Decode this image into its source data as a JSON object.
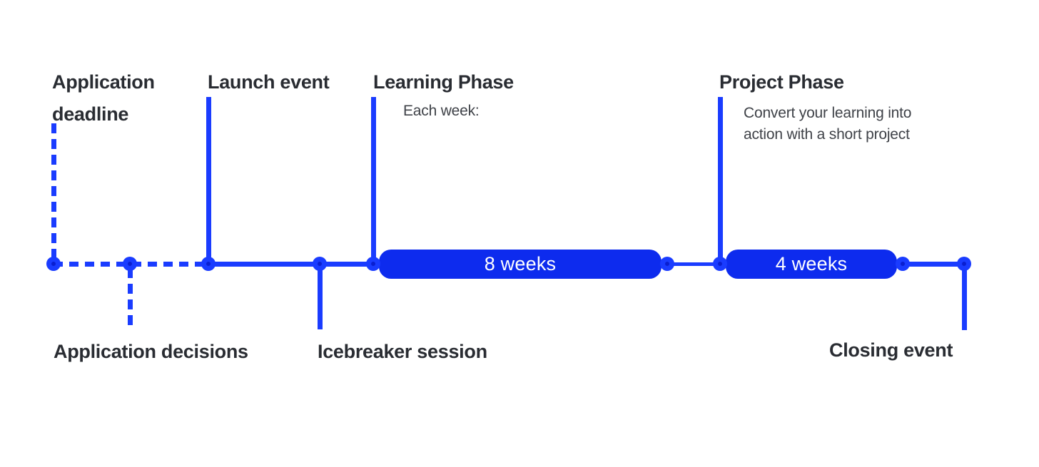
{
  "timeline": {
    "events": {
      "application_deadline": {
        "label": "Application deadline"
      },
      "launch_event": {
        "label": "Launch event"
      },
      "learning_phase": {
        "label": "Learning Phase",
        "sublabel": "Each week:"
      },
      "project_phase": {
        "label": "Project Phase",
        "sublabel": "Convert your learning into action with a short project"
      },
      "application_decisions": {
        "label": "Application decisions"
      },
      "icebreaker_session": {
        "label": "Icebreaker session"
      },
      "closing_event": {
        "label": "Closing event"
      }
    },
    "phases": {
      "learning": {
        "label": "8 weeks"
      },
      "project": {
        "label": "4 weeks"
      }
    },
    "colors": {
      "line": "#1a3cff",
      "pill": "#0d2bee",
      "pill_text": "#ffffff",
      "heading": "#292c32",
      "subtext": "#3f4248",
      "background": "#ffffff"
    }
  }
}
